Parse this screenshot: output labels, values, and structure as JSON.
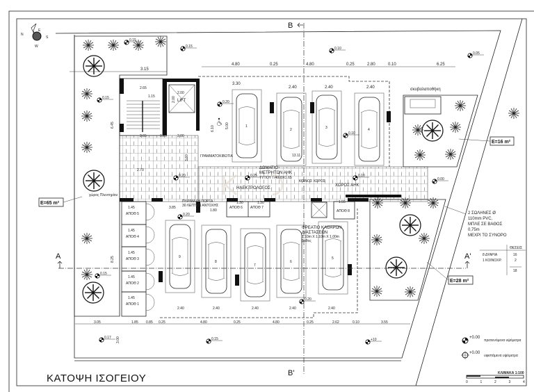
{
  "title": "ΚΑΤΟΨΗ ΙΣΟΓΕΙΟΥ",
  "watermark": "KADIS ESTATES",
  "compass": {
    "n": "N",
    "e": "E",
    "s": "S",
    "w": "W"
  },
  "sections": {
    "b_top": "B",
    "b_bottom": "B'",
    "a_left": "A",
    "a_right": "A'"
  },
  "areas": {
    "left": "E=65 m²",
    "top_right": "E=16 m²",
    "bottom_right": "E=28 m²"
  },
  "dims": {
    "top": [
      "4.80",
      "0.25",
      "4.80",
      "0.25",
      "2.80",
      "0.10",
      "6.25"
    ],
    "garden_width": "3.15",
    "bay_top": [
      "3.30",
      "2.40",
      "2.40",
      "2.40"
    ],
    "stair": [
      "2.65",
      "1.15",
      "2.00",
      "2.00",
      "2.65",
      "0.25",
      "2.00",
      "3.60",
      "2.70",
      "6.45",
      "8.25",
      "3.00",
      "5.00",
      "6.10"
    ],
    "bottom": [
      "3.05",
      "1.85",
      "0.85",
      "0.25",
      "4.80",
      "0.25",
      "4.80",
      "0.25",
      "2.62",
      "0.10",
      "3.55"
    ],
    "bay_bottom": [
      "2.40",
      "2.40",
      "2.40",
      "2.40",
      "2.40"
    ],
    "storage": [
      "1.45",
      "1.45",
      "1.45",
      "1.45",
      "1.45",
      "1.30",
      "1.30",
      "1.55",
      "1.80",
      "3.85"
    ],
    "total": "13.11"
  },
  "levels": [
    "0.15",
    "0.15",
    "0.15",
    "0.20",
    "0.20",
    "0.25",
    "0.10",
    "0.05",
    "0.10",
    "0.10",
    "0.00",
    "0.20",
    "0.15",
    "0.20",
    "0.17",
    "0.15",
    "+10"
  ],
  "cars": [
    "1",
    "2",
    "3",
    "4",
    "5",
    "6",
    "7",
    "8",
    "9"
  ],
  "storage_units": [
    "ΑΠΟΘ 1",
    "ΑΠΟΘ 2",
    "ΑΠΟΘ 3",
    "ΑΠΟΘ 4",
    "ΑΠΟΘ 5",
    "ΑΠΟΘ 6",
    "ΑΠΟΘ 7",
    "ΑΠΟΘ 8"
  ],
  "rooms": {
    "lift": "LIFT",
    "mailboxes": "ΓΡΑΜΜΑΤΟΚΙΒΩΤΙΑ",
    "meter_room": [
      "ΔΩΜΑΤΙΟ",
      "ΜΕΤΡΗΤΩΝ ΑΗΚ",
      "ΤΥΠΟΥ Γ/4000Χ1.65"
    ],
    "electrician": "ΗΛΕΚΤΡΟΛΟΓΟΣ",
    "common_area": "ΚΟΙΝΟΣ ΧΩΡΟΣ",
    "aek_area": "ΧΩΡΟΣ ΑΗΚ",
    "fire_door": [
      "ΠΥΡΙΜΑΧΗ ΠΟΡΤΑ",
      "30 ΛΕΠΤΩΝ ΑΝΤΟΧΗΣ"
    ],
    "manhole": [
      "ΦΡΕΑΤΙΟ ΚΑΘΑΡΩΝ",
      "ΔΙΑΣΤΑΣΕΩΝ",
      "1.10m X 1.10m X 1.00m",
      "βάθος"
    ],
    "refuse": "σκυβαλαποθήκη",
    "laundry": "χώρος Πλυντηρίου"
  },
  "pipe_note": [
    "2 ΣΩΛΗΝΕΣ Ø",
    "110mm PVC,",
    "ΜΠΛΕ ΣΕ ΒΑΘΟΣ",
    "0,75m",
    "ΜΕΧΡΙ ΤΟ ΣΥΝΟΡΟ"
  ],
  "parking_table": {
    "header": "ΘΕΣΕΙΣ",
    "rows": [
      {
        "label": "8 ΔΥΑΡΙΑ",
        "value": "16"
      },
      {
        "label": "1 ΚΟΙΝΟΧΡ.",
        "value": "2"
      }
    ],
    "total": "18"
  },
  "legend": [
    {
      "value": "+0.00",
      "label": "προτεινόμενα υψόμετρα",
      "icon": "proposed-level-marker"
    },
    {
      "value": "+0.00",
      "label": "υφιστάμενα υψόμετρα",
      "icon": "existing-level-marker"
    }
  ],
  "scale": {
    "label": "ΚΛΙΜΑΚΑ 1:100",
    "ticks": [
      "0",
      "1",
      "2",
      "3",
      "4"
    ]
  },
  "colors": {
    "ink": "#222222",
    "background": "#ffffff"
  }
}
